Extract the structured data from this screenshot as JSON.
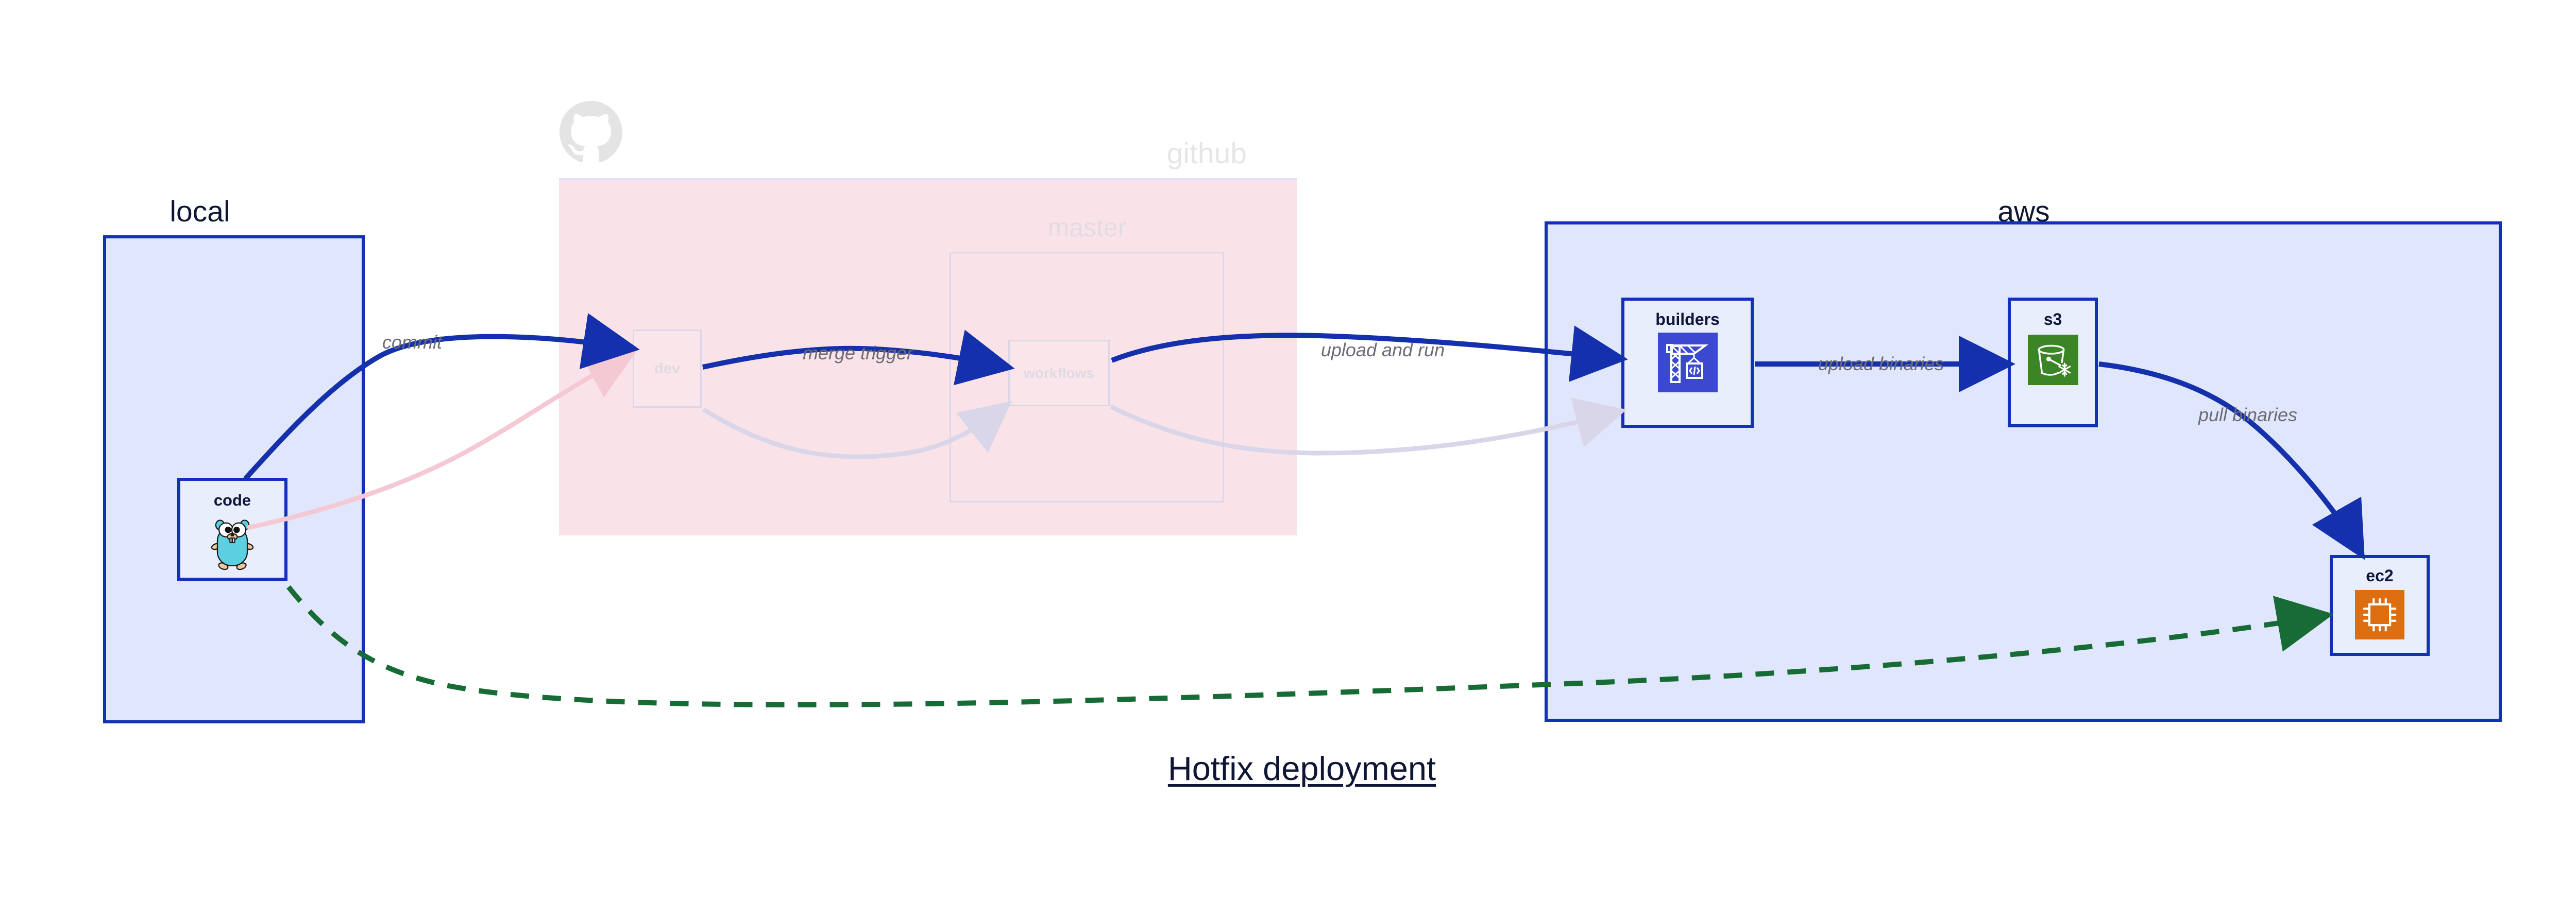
{
  "diagram": {
    "title": "Hotfix deployment",
    "colors": {
      "container_border": "#1230b8",
      "container_fill": "#e0e6fb",
      "github_fill": "#fae3e8",
      "arrow": "#1430ac",
      "dashed_arrow": "#176b35",
      "label_text": "#6c6c78",
      "builders_icon": "#3a49cf",
      "s3_icon": "#3c8527",
      "ec2_icon": "#dd6d11",
      "gopher_body": "#5ccfe1"
    },
    "groups": [
      {
        "id": "local",
        "label": "local",
        "dimmed": false
      },
      {
        "id": "github",
        "label": "github",
        "dimmed": true
      },
      {
        "id": "aws",
        "label": "aws",
        "dimmed": false
      }
    ],
    "subgroups": [
      {
        "id": "master",
        "label": "master",
        "parent": "github",
        "dimmed": true
      }
    ],
    "nodes": [
      {
        "id": "code",
        "label": "code",
        "group": "local",
        "icon": "go-gopher-icon",
        "dimmed": false
      },
      {
        "id": "dev",
        "label": "dev",
        "group": "github",
        "icon": null,
        "dimmed": true
      },
      {
        "id": "workflows",
        "label": "workflows",
        "group": "master",
        "icon": null,
        "dimmed": true
      },
      {
        "id": "builders",
        "label": "builders",
        "group": "aws",
        "icon": "crane-code-icon",
        "dimmed": false
      },
      {
        "id": "s3",
        "label": "s3",
        "group": "aws",
        "icon": "s3-bucket-icon",
        "dimmed": false
      },
      {
        "id": "ec2",
        "label": "ec2",
        "group": "aws",
        "icon": "cpu-chip-icon",
        "dimmed": false
      }
    ],
    "edges": [
      {
        "id": "commit",
        "label": "commit",
        "from": "code",
        "to": "dev",
        "style": "solid",
        "color": "#1430ac"
      },
      {
        "id": "merge",
        "label": "merge trigger",
        "from": "dev",
        "to": "workflows",
        "style": "solid",
        "color": "#1430ac"
      },
      {
        "id": "uploadrun",
        "label": "upload and run",
        "from": "workflows",
        "to": "builders",
        "style": "solid",
        "color": "#1430ac"
      },
      {
        "id": "uploadbin",
        "label": "upload binaries",
        "from": "builders",
        "to": "s3",
        "style": "solid",
        "color": "#1430ac"
      },
      {
        "id": "pullbin",
        "label": "pull binaries",
        "from": "s3",
        "to": "ec2",
        "style": "solid",
        "color": "#1430ac"
      },
      {
        "id": "hotfix",
        "label": "",
        "from": "code",
        "to": "ec2",
        "style": "dashed",
        "color": "#176b35"
      }
    ]
  }
}
